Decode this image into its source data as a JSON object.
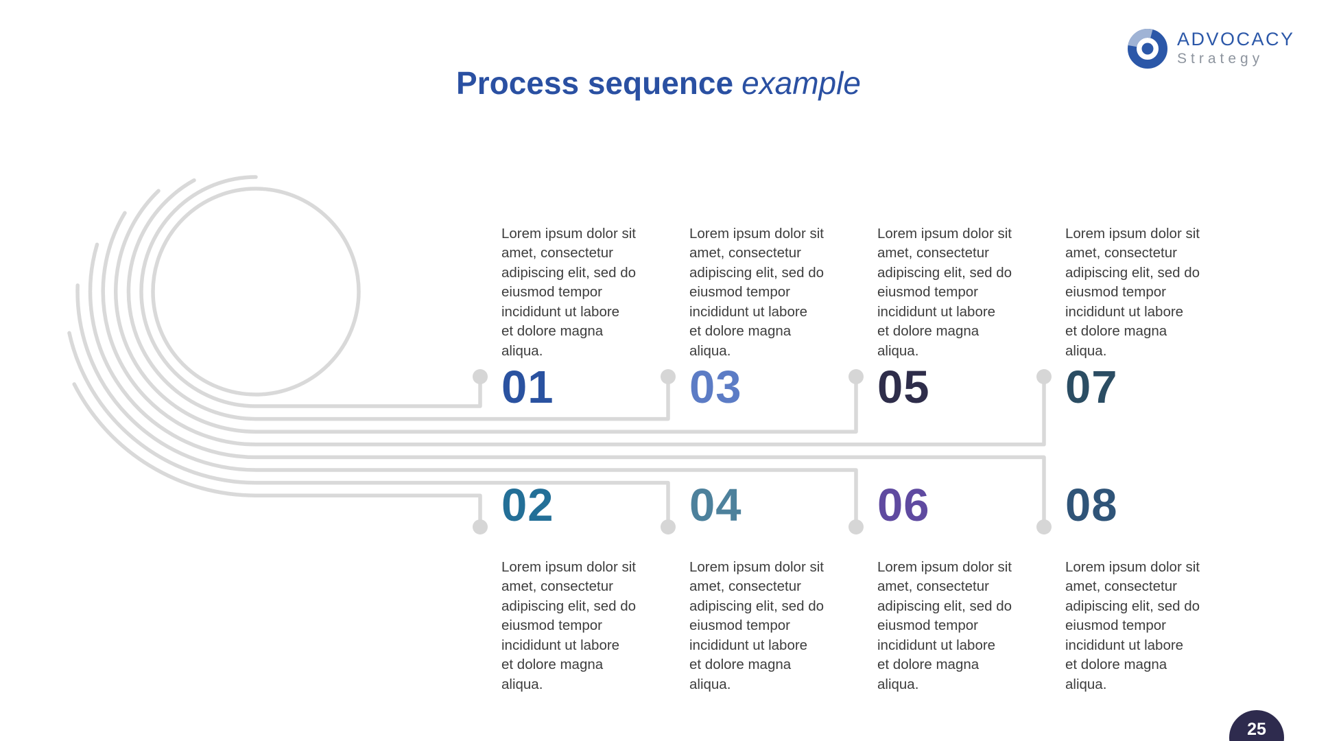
{
  "slide": {
    "title": {
      "main": "Process sequence",
      "accent": "example",
      "color": "#2a50a2"
    },
    "page_number": "25"
  },
  "logo": {
    "name": "ADVOCACY",
    "subtitle": "Strategy",
    "colors": {
      "primary": "#2b57a8",
      "light": "#9fb3d5",
      "subtitle": "#8d949e"
    }
  },
  "steps": [
    {
      "num": "01",
      "color": "#2a52a0",
      "text": "Lorem ipsum dolor sit\namet, consectetur\nadipiscing elit, sed do\neiusmod tempor\nincididunt ut labore\net dolore magna\naliqua."
    },
    {
      "num": "02",
      "color": "#236f97",
      "text": "Lorem ipsum dolor sit\namet, consectetur\nadipiscing elit, sed do\neiusmod tempor\nincididunt ut labore\net dolore magna\naliqua."
    },
    {
      "num": "03",
      "color": "#5c7cc5",
      "text": "Lorem ipsum dolor sit\namet, consectetur\nadipiscing elit, sed do\neiusmod tempor\nincididunt ut labore\net dolore magna\naliqua."
    },
    {
      "num": "04",
      "color": "#4d819c",
      "text": "Lorem ipsum dolor sit\namet, consectetur\nadipiscing elit, sed do\neiusmod tempor\nincididunt ut labore\net dolore magna\naliqua."
    },
    {
      "num": "05",
      "color": "#2e2d4a",
      "text": "Lorem ipsum dolor sit\namet, consectetur\nadipiscing elit, sed do\neiusmod tempor\nincididunt ut labore\net dolore magna\naliqua."
    },
    {
      "num": "06",
      "color": "#5f4aa0",
      "text": "Lorem ipsum dolor sit\namet, consectetur\nadipiscing elit, sed do\neiusmod tempor\nincididunt ut labore\net dolore magna\naliqua."
    },
    {
      "num": "07",
      "color": "#2b4d63",
      "text": "Lorem ipsum dolor sit\namet, consectetur\nadipiscing elit, sed do\neiusmod tempor\nincididunt ut labore\net dolore magna\naliqua."
    },
    {
      "num": "08",
      "color": "#2f5478",
      "text": "Lorem ipsum dolor sit\namet, consectetur\nadipiscing elit, sed do\neiusmod tempor\nincididunt ut labore\net dolore magna\naliqua."
    }
  ],
  "decoration": {
    "line_color": "#d9d9d9",
    "dot_color": "#d6d6d6",
    "page_badge_color": "#2e2b4e"
  }
}
